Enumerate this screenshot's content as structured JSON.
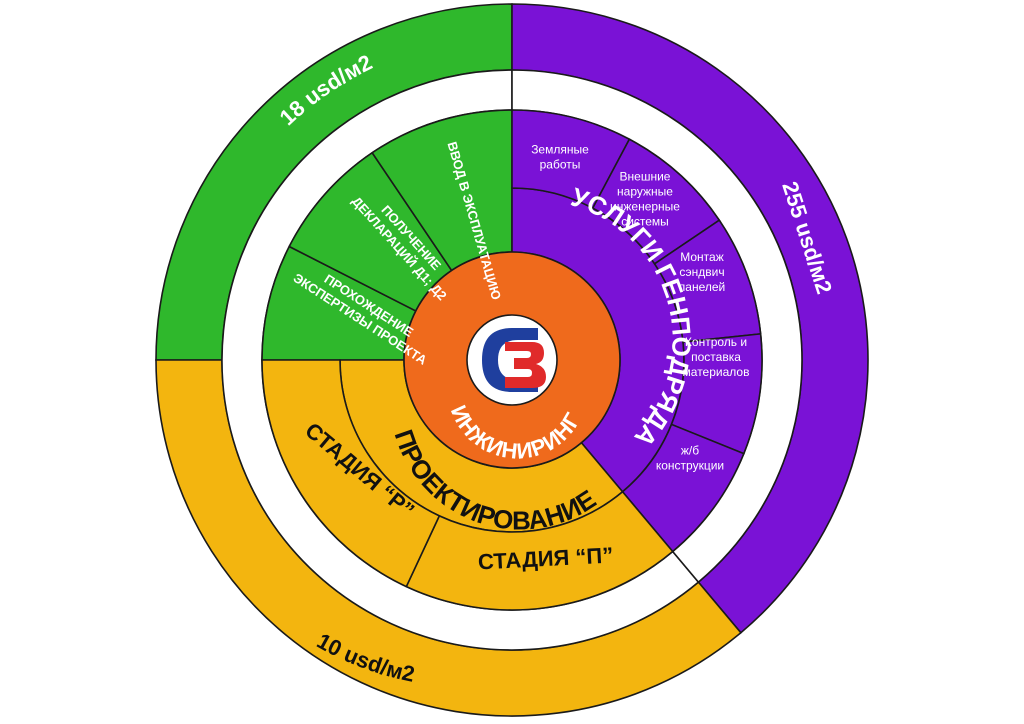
{
  "colors": {
    "green": "#2fb82c",
    "purple": "#7a12d6",
    "gold": "#f3b50f",
    "orange": "#ef6a1c",
    "logo_red": "#e02a2a",
    "logo_blue": "#1f3f9e"
  },
  "center": {
    "label": "ИНЖИНИРИНГ"
  },
  "design": {
    "price": "10 usd/м2",
    "title": "ПРОЕКТИРОВАНИЕ",
    "stages": [
      "СТАДИЯ “Р”",
      "СТАДИЯ “П”"
    ]
  },
  "contracting": {
    "price": "255 usd/м2",
    "title": "УСЛУГИ ГЕНПОДРЯДА",
    "items": [
      [
        "Земляные",
        "работы"
      ],
      [
        "Внешние",
        "наружные",
        "инженерные",
        "системы"
      ],
      [
        "Монтаж",
        "сэндвич",
        "панелей"
      ],
      [
        "Контроль и",
        "поставка",
        "материалов"
      ],
      [
        "ж/б",
        "конструкции"
      ]
    ]
  },
  "approvals": {
    "price": "18 usd/м2",
    "items": [
      [
        "ПРОХОЖДЕНИЕ",
        "ЭКСПЕРТИЗЫ ПРОЕКТА"
      ],
      [
        "ПОЛУЧЕНИЕ",
        "ДЕКЛАРАЦИЙ Д1; Д2"
      ],
      [
        "ВВОД В ЭКСПЛУАТАЦИЮ"
      ]
    ]
  }
}
